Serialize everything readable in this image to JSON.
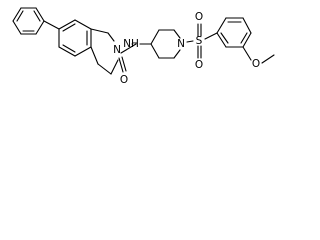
{
  "structure": {
    "atom_labels": {
      "n_indoline": "N",
      "o_carbonyl": "O",
      "nh_amide": "NH",
      "n_piperidine": "N",
      "s_sulfonyl": "S",
      "o_sulfonyl_top": "O",
      "o_sulfonyl_bottom": "O",
      "o_methoxy": "O"
    },
    "colors": {
      "bond": "#000000",
      "label": "#000000",
      "background": "#ffffff"
    }
  }
}
